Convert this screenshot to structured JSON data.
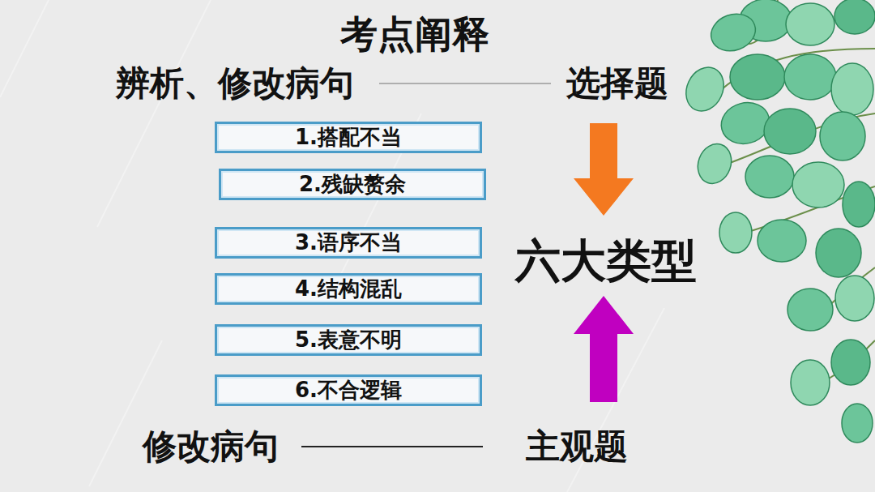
{
  "diagram": {
    "title": "考点阐释",
    "nodes": [
      {
        "text": [
          "1.搭配不当"
        ]
      },
      {
        "text": [
          "2.残缺赘余"
        ]
      },
      {
        "text": [
          "3.语序不当"
        ]
      },
      {
        "text": [
          "4.结构混乱"
        ]
      },
      {
        "text": [
          "5.表意不明"
        ]
      },
      {
        "text": [
          "6.不合逻辑"
        ]
      }
    ],
    "labels": [
      "辨析、修改病句",
      "选择题",
      "六大类型",
      "修改病句",
      "主观题"
    ]
  }
}
